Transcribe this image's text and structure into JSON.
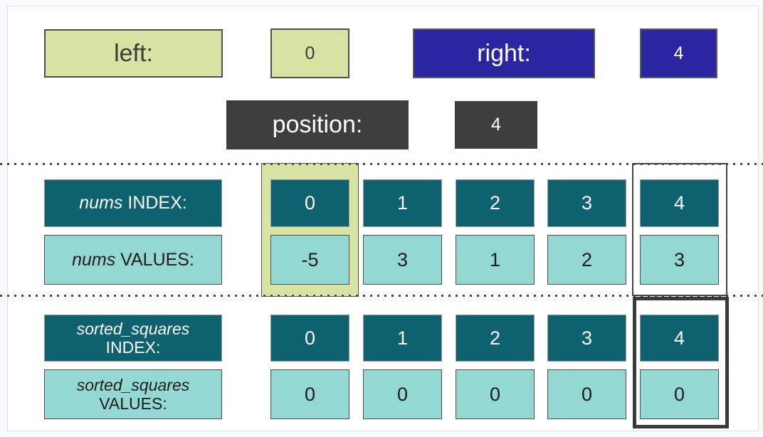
{
  "pointers": {
    "left": {
      "label": "left:",
      "value": "0"
    },
    "right": {
      "label": "right:",
      "value": "4"
    },
    "position": {
      "label": "position:",
      "value": "4"
    }
  },
  "arrays": {
    "nums": {
      "name": "nums",
      "index_suffix": " INDEX:",
      "values_suffix": " VALUES:",
      "indices": [
        "0",
        "1",
        "2",
        "3",
        "4"
      ],
      "values": [
        "-5",
        "3",
        "1",
        "2",
        "3"
      ]
    },
    "sorted_squares": {
      "name": "sorted_squares",
      "index_suffix": "INDEX:",
      "values_suffix": "VALUES:",
      "indices": [
        "0",
        "1",
        "2",
        "3",
        "4"
      ],
      "values": [
        "0",
        "0",
        "0",
        "0",
        "0"
      ]
    }
  },
  "highlights": {
    "left_pointer_column": "nums column 0",
    "right_pointer_column": "nums column 4",
    "position_column": "sorted_squares column 4"
  },
  "colors": {
    "left_pointer": "#d7e3a2",
    "right_pointer": "#2a25a0",
    "position": "#3e3e3e",
    "index_cell": "#0e616f",
    "value_cell": "#93d8d3",
    "highlight_green": "#d8e4a4",
    "outline_dark": "#3a3a3a"
  }
}
